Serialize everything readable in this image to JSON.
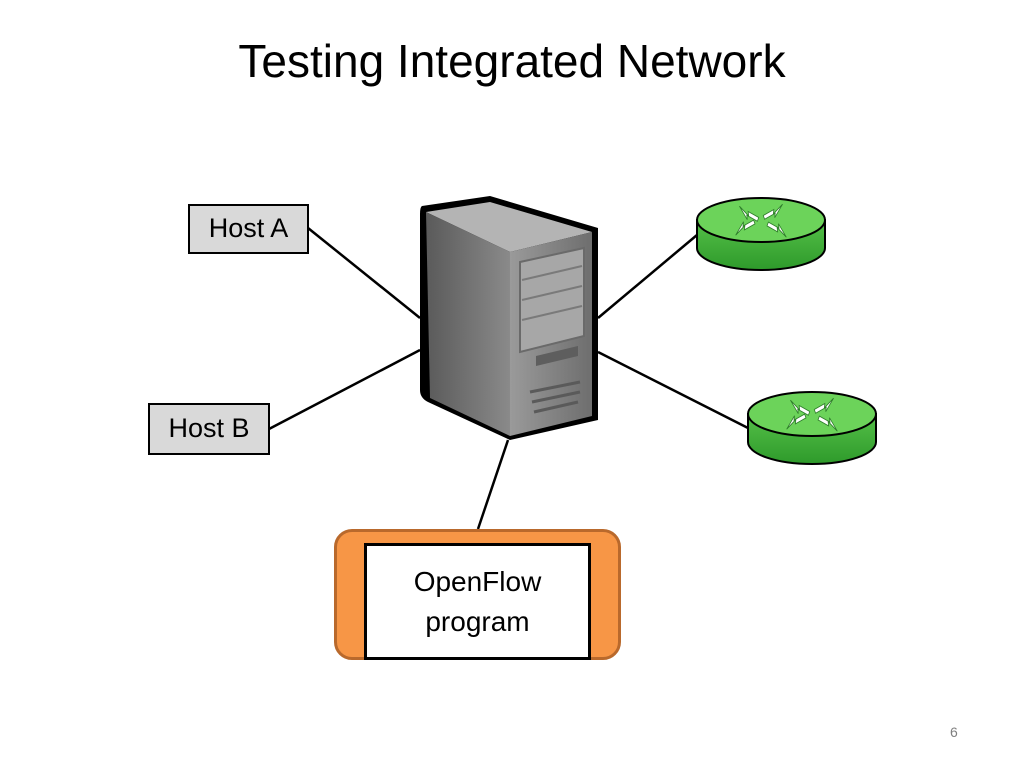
{
  "slide": {
    "title": "Testing Integrated Network",
    "page_number": "6"
  },
  "nodes": {
    "host_a": "Host A",
    "host_b": "Host B",
    "program_line1": "OpenFlow",
    "program_line2": "program"
  },
  "colors": {
    "router_green": "#3cb13a",
    "router_top": "#6cd35a",
    "program_orange": "#f79646",
    "server_gray": "#8c8c8c",
    "host_fill": "#d9d9d9"
  },
  "icons": [
    "server-icon",
    "router-icon"
  ]
}
